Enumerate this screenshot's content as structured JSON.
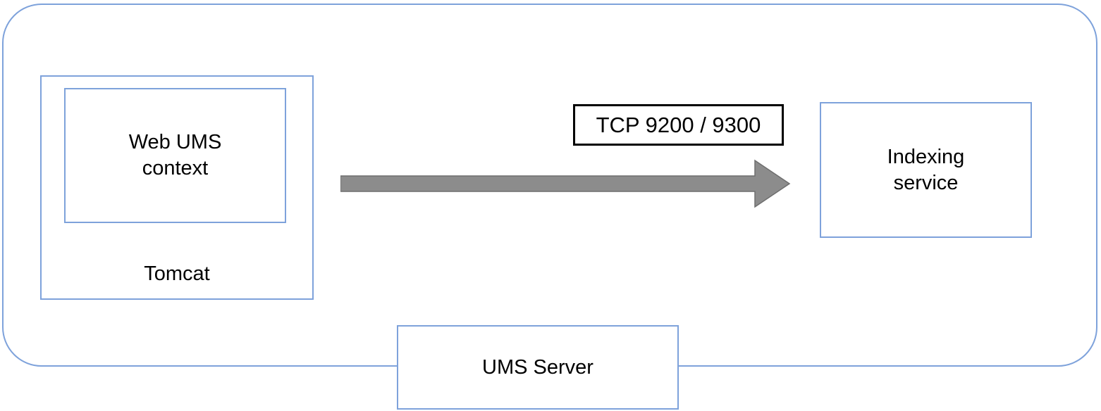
{
  "nodes": {
    "web_ums": {
      "label": "Web UMS\ncontext"
    },
    "tomcat": {
      "label": "Tomcat"
    },
    "indexing": {
      "label": "Indexing\nservice"
    },
    "ums_server": {
      "label": "UMS Server"
    }
  },
  "connection": {
    "label": "TCP 9200 / 9300",
    "direction": "left-to-right",
    "from": "Web UMS context (Tomcat)",
    "to": "Indexing service"
  },
  "colors": {
    "box-border": "#7EA2DB",
    "arrow-fill": "#8C8C8C",
    "arrow-stroke": "#6E6E6E",
    "tcp-border": "#000000",
    "text": "#000000",
    "background": "#FFFFFF"
  }
}
